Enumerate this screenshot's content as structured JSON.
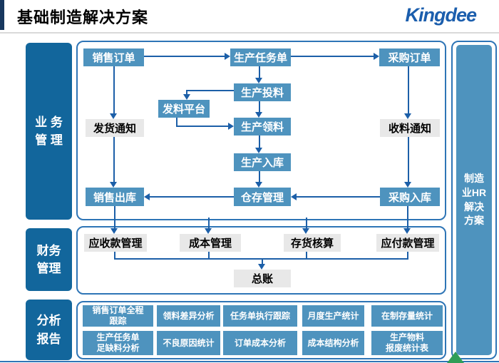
{
  "header": {
    "title": "基础制造解决方案",
    "logo": "Kingdee"
  },
  "sidebar": {
    "items": [
      {
        "id": "business",
        "label": "业 务\n管 理"
      },
      {
        "id": "finance",
        "label": "财务\n管理"
      },
      {
        "id": "reports",
        "label": "分析\n报告"
      }
    ]
  },
  "right_panel": {
    "label": "制造\n业HR\n解决\n方案"
  },
  "flow": {
    "sales_order": "销售订单",
    "prod_task": "生产任务单",
    "purch_order": "采购订单",
    "prod_input": "生产投料",
    "issue_platform": "发料平台",
    "prod_pick": "生产领料",
    "ship_notice": "发货通知",
    "recv_notice": "收料通知",
    "prod_in": "生产入库",
    "sales_out": "销售出库",
    "warehouse": "仓存管理",
    "purch_in": "采购入库"
  },
  "finance": {
    "recv_mgmt": "应收款管理",
    "cost_mgmt": "成本管理",
    "inv_acct": "存货核算",
    "pay_mgmt": "应付款管理",
    "ledger": "总账"
  },
  "reports": {
    "row1": [
      "销售订单全程\n跟踪",
      "领料差异分析",
      "任务单执行跟踪",
      "月度生产统计",
      "在制存量统计"
    ],
    "row2": [
      "生产任务单\n足缺料分析",
      "不良原因统计",
      "订单成本分析",
      "成本结构分析",
      "生产物料\n报废统计表"
    ]
  },
  "colors": {
    "box_blue": "#4E93BE",
    "sidebar_blue": "#12669C",
    "arrow_blue": "#1C5FA8",
    "panel_border": "#2E75B6",
    "gray_box": "#E8E8E8",
    "logo_blue": "#1B5EAD",
    "accent_green": "#2F9E57",
    "header_accent": "#17375E"
  }
}
